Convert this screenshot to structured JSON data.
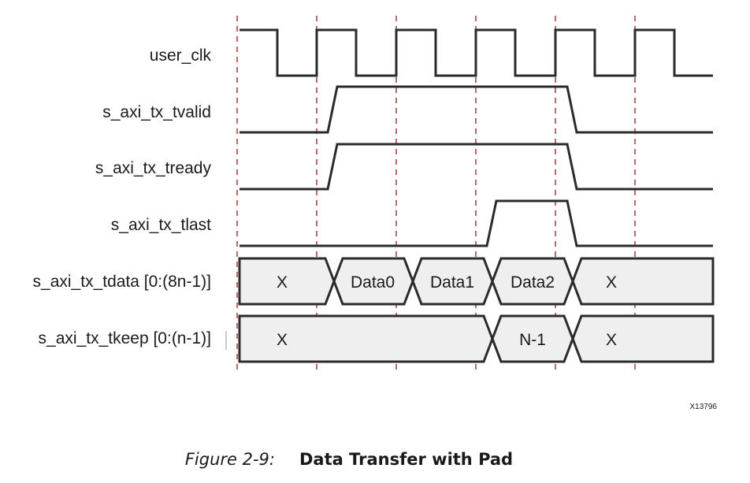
{
  "signals": [
    {
      "name": "user_clk"
    },
    {
      "name": "s_axi_tx_tvalid"
    },
    {
      "name": "s_axi_tx_tready"
    },
    {
      "name": "s_axi_tx_tlast"
    },
    {
      "name": "s_axi_tx_tdata [0:(8n-1)]",
      "values": [
        "X",
        "Data0",
        "Data1",
        "Data2",
        "X"
      ]
    },
    {
      "name": "s_axi_tx_tkeep [0:(n-1)]",
      "values": [
        "X",
        "N-1",
        "X"
      ]
    }
  ],
  "figure_id": "X13796",
  "caption": {
    "number": "Figure 2-9:",
    "title": "Data Transfer with Pad"
  },
  "colors": {
    "wave": "#2b2b2b",
    "bus_fill": "#efefef",
    "marker": "#a23a3a"
  }
}
